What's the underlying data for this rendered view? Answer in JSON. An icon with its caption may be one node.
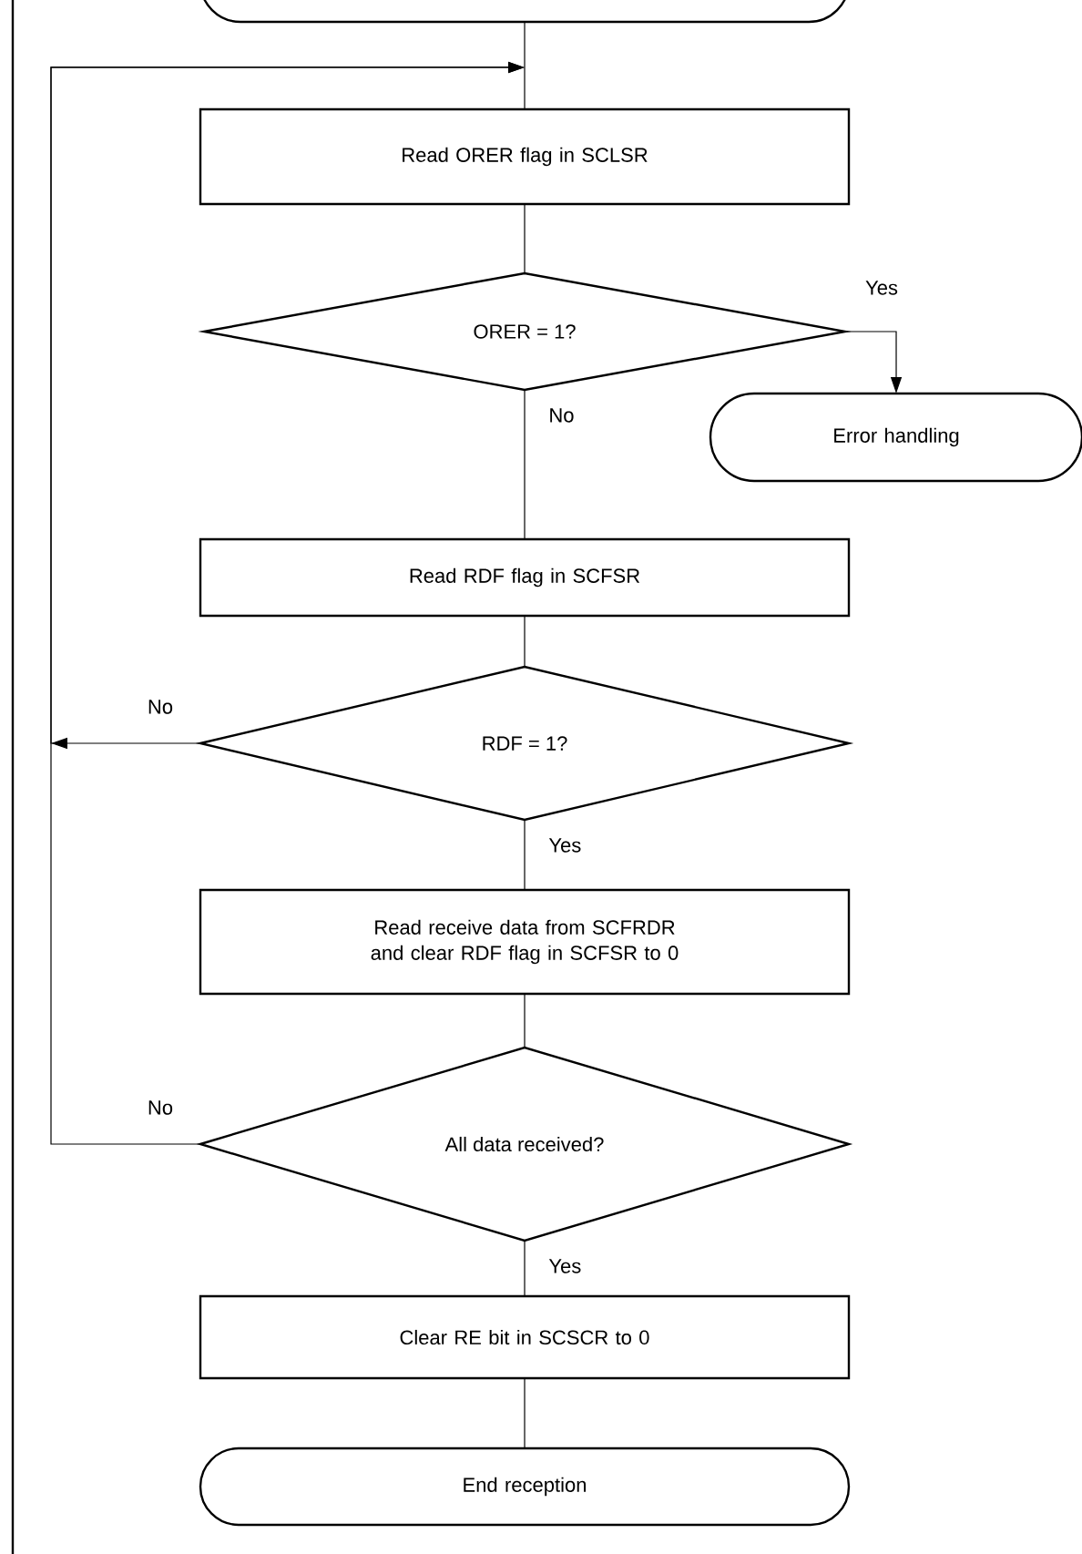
{
  "diagram": {
    "nodes": [
      {
        "text": [],
        "shape": "box"
      },
      {
        "text": [
          "Read ORER flag in SCLSR"
        ]
      },
      {
        "text": [
          "ORER = 1?"
        ]
      },
      {
        "text": [
          "Error handling"
        ]
      },
      {
        "text": [
          "Read RDF flag in SCFSR"
        ]
      },
      {
        "text": [
          "RDF = 1?"
        ]
      },
      {
        "text": [
          "Read receive data from SCFRDR and clear RDF flag in SCFSR to 0"
        ]
      },
      {
        "text": [
          "All data received?"
        ]
      },
      {
        "text": [
          "Clear RE bit in SCSCR to 0"
        ]
      },
      {
        "text": [
          "End reception"
        ]
      }
    ],
    "edges": [
      {
        "from": 0,
        "to": 1,
        "arrow": "none"
      },
      {
        "from": 1,
        "to": 2,
        "arrow": "none"
      },
      {
        "from": 2,
        "to": 3,
        "arrow": "to",
        "label": "Yes"
      },
      {
        "from": 2,
        "to": 4,
        "arrow": "none",
        "label": "No"
      },
      {
        "from": 4,
        "to": 5,
        "arrow": "none"
      },
      {
        "from": 5,
        "to": 1,
        "arrow": "to",
        "label": "No"
      },
      {
        "from": 5,
        "to": 6,
        "arrow": "none",
        "label": "Yes"
      },
      {
        "from": 6,
        "to": 7,
        "arrow": "none"
      },
      {
        "from": 7,
        "to": 1,
        "arrow": "to",
        "label": "No"
      },
      {
        "from": 7,
        "to": 8,
        "arrow": "none",
        "label": "Yes"
      },
      {
        "from": 8,
        "to": 9,
        "arrow": "none"
      }
    ]
  }
}
